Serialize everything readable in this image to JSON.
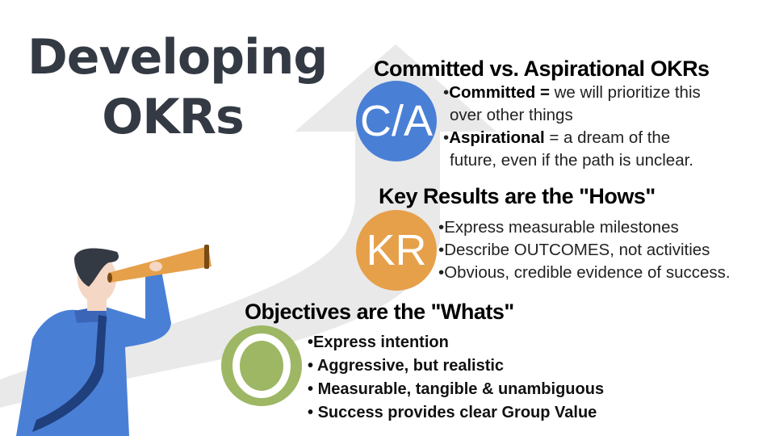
{
  "title": {
    "line1": "Developing",
    "line2": "OKRs"
  },
  "sections": {
    "committed": {
      "heading": "Committed vs. Aspirational OKRs",
      "badge": "C/A",
      "color": "#4a7fd6",
      "items": [
        {
          "bold": "Committed =",
          "text": " we will prioritize this",
          "cont": "over other things"
        },
        {
          "bold": "Aspirational",
          "text": " = a dream of the",
          "cont": "future, even if the path is unclear."
        }
      ]
    },
    "key_results": {
      "heading": "Key Results are the \"Hows\"",
      "badge": "KR",
      "color": "#e6a04a",
      "items": [
        "Express measurable milestones",
        "Describe OUTCOMES, not activities",
        "Obvious, credible evidence of success."
      ]
    },
    "objectives": {
      "heading": "Objectives are the \"Whats\"",
      "badge": "O",
      "color": "#9db764",
      "items": [
        "Express intention",
        "Aggressive, but realistic",
        "Measurable, tangible & unambiguous",
        "Success provides clear Group Value"
      ]
    }
  },
  "bullet": "•"
}
